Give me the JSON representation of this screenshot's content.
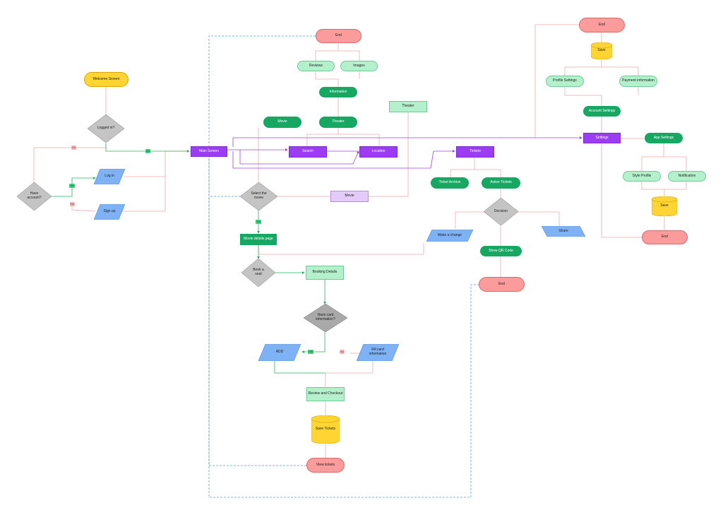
{
  "nodes": {
    "welcome": "Welcome Screen",
    "logged_in": "Logged in?",
    "have_account": "Have account?",
    "log_in": "Log in",
    "sign_up": "Sign up",
    "main_screen": "Main Screen",
    "end_top": "End",
    "reviews": "Reviews",
    "images": "Images",
    "information": "Information",
    "movie_green": "Movie",
    "theater_green": "Theater",
    "theater_light": "Theater",
    "search": "Search",
    "location": "Location",
    "tickets": "Tickets",
    "select_movie": "Select the movie",
    "movie_light": "Movie",
    "movie_details": "Movie details page",
    "book_seat": "Book a seat",
    "booking_details": "Booking Details",
    "have_card": "Have card information?",
    "add": "ADD",
    "fill_card": "Fill card information",
    "review_checkout": "Review and Checkout",
    "save_tickets": "Save Tickets",
    "view_tickets": "View tickets",
    "ticket_archive": "Ticket Archive",
    "active_tickets": "Active Tickets",
    "decision": "Decision",
    "make_change": "Make a change",
    "share": "Share",
    "show_qr": "Show QR Code",
    "end_mid": "End",
    "end_right_top": "End",
    "save_top": "Save",
    "profile_settings": "Profile Settings",
    "payment_information": "Payment information",
    "account_settings": "Account Settings",
    "settings": "Settings",
    "app_settings": "App Settings",
    "style_profile": "Style Profile",
    "notification": "Notification",
    "save_bottom": "Save",
    "end_right_bottom": "End"
  },
  "labels": {
    "yes": "Yes",
    "no": "No"
  },
  "colors": {
    "yellow": "#ffd433",
    "red_terminal": "#fc9b9b",
    "purple": "#9c3df5",
    "green": "#16a862",
    "light_green": "#b4f0cc",
    "light_purple": "#e3ccfa",
    "blue_io": "#7fb2f5",
    "gray_decision": "#c4c4c4",
    "edge_pink": "#f2a8a8",
    "edge_green": "#27b561",
    "edge_purple": "#9c3df5",
    "edge_blue_dashed": "#4aa3df"
  }
}
